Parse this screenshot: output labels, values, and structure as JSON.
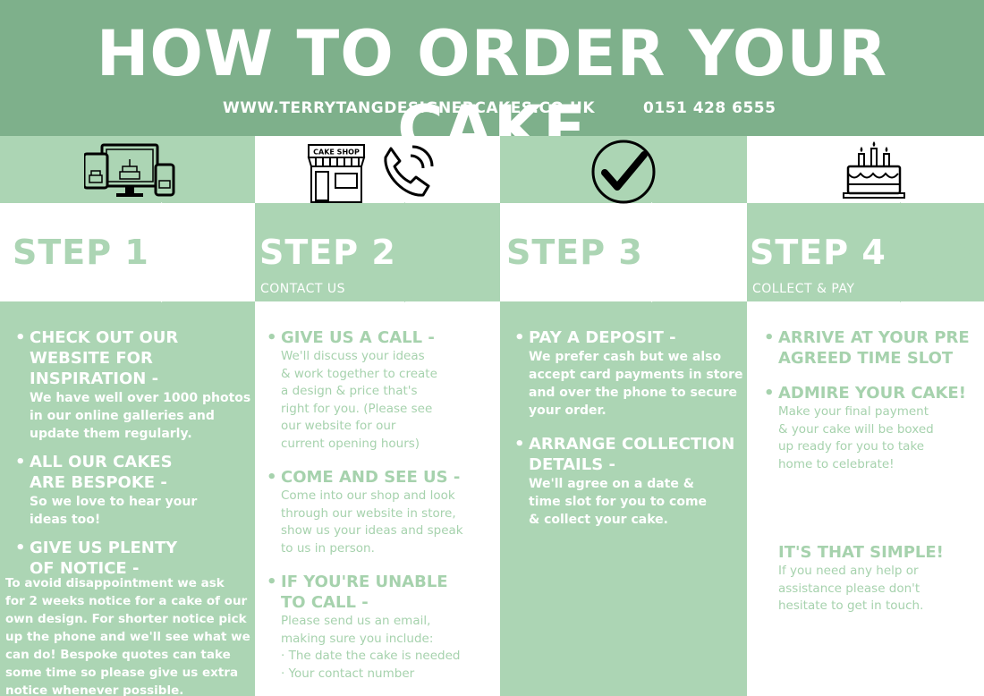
{
  "header": {
    "title": "HOW TO ORDER YOUR CAKE",
    "website": "WWW.TERRYTANGDESIGNERCAKES.CO.UK",
    "phone": "0151 428 6555"
  },
  "colors": {
    "header_green": "#7eb08b",
    "panel_green": "#acd5b4",
    "text_green": "#a6d2ad",
    "white": "#ffffff"
  },
  "steps": [
    {
      "title": "STEP 1",
      "subtitle": "CHOOSE YOUR CAKE",
      "icon": "devices-icon",
      "bullets": [
        {
          "heading": [
            "CHECK OUT OUR",
            "WEBSITE FOR",
            "INSPIRATION -"
          ],
          "body": [
            "We have well over 1000 photos",
            "in our online galleries and",
            "update them regularly."
          ]
        },
        {
          "heading": [
            "ALL OUR CAKES",
            "ARE BESPOKE -"
          ],
          "body": [
            "So we love to hear your",
            "ideas too!"
          ]
        },
        {
          "heading": [
            "GIVE US PLENTY",
            "OF NOTICE -"
          ],
          "body": [
            "To avoid disappointment we ask",
            "for 2 weeks notice for a cake of our",
            "own design.  For shorter notice pick",
            "up the phone and we'll see what we",
            "can do! Bespoke quotes can take",
            "some time so please give us extra",
            "notice whenever possible."
          ]
        }
      ]
    },
    {
      "title": "STEP 2",
      "subtitle": "CONTACT US",
      "icon": "cake-shop-icon",
      "shop_sign": "CAKE SHOP",
      "bullets": [
        {
          "heading": [
            "GIVE US A CALL -"
          ],
          "body": [
            "We'll discuss your ideas",
            "& work together to create",
            "a design & price that's",
            "right for you. (Please see",
            "our website for our",
            "current opening hours)"
          ]
        },
        {
          "heading": [
            "COME AND SEE US -"
          ],
          "body": [
            "Come into our shop and look",
            "through our website in store,",
            "show us your ideas and speak",
            "to us in person."
          ]
        },
        {
          "heading": [
            "IF YOU'RE UNABLE",
            "TO CALL -"
          ],
          "body": [
            "Please send us an email,",
            "making sure you include:",
            "· The date the cake is needed",
            "· Your contact number"
          ]
        }
      ]
    },
    {
      "title": "STEP 3",
      "subtitle": "FINALISE ORDER",
      "icon": "checkmark-icon",
      "bullets": [
        {
          "heading": [
            "PAY A DEPOSIT -"
          ],
          "body": [
            "We prefer cash but we also",
            "accept card payments in store",
            "and over the phone to secure",
            "your order."
          ]
        },
        {
          "heading": [
            "ARRANGE COLLECTION",
            "DETAILS -"
          ],
          "body": [
            "We'll agree on a date &",
            "time slot for you to come",
            "& collect your cake."
          ]
        }
      ]
    },
    {
      "title": "STEP 4",
      "subtitle": "COLLECT & PAY",
      "icon": "birthday-cake-icon",
      "bullets": [
        {
          "heading": [
            "ARRIVE AT YOUR PRE",
            "AGREED TIME SLOT"
          ],
          "body": []
        },
        {
          "heading": [
            "ADMIRE YOUR CAKE!"
          ],
          "body": [
            "Make your final payment",
            "& your cake will be boxed",
            "up ready for you to take",
            "home to celebrate!"
          ]
        }
      ],
      "closing": {
        "heading": "IT'S THAT SIMPLE!",
        "body": [
          "If you need any help or",
          "assistance please don't",
          "hesitate to get in touch."
        ]
      }
    }
  ]
}
